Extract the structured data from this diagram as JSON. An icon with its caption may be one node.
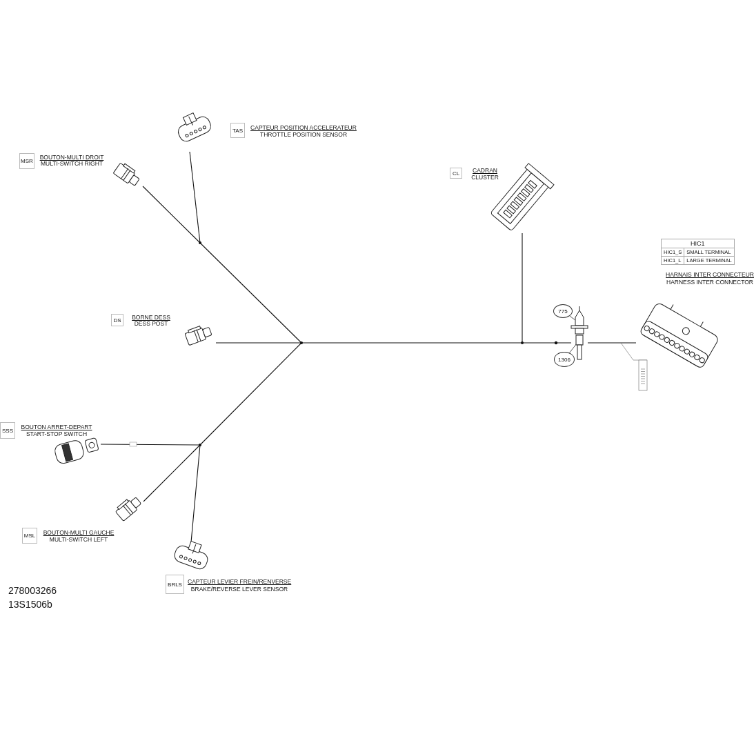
{
  "diagram": {
    "nodes": [
      {
        "text": [
          "TAS",
          "CAPTEUR POSITION ACCELERATEUR",
          "THROTTLE POSITION SENSOR"
        ]
      },
      {
        "text": [
          "MSR",
          "BOUTON-MULTI DROIT",
          "MULTI-SWITCH RIGHT"
        ]
      },
      {
        "text": [
          "CL",
          "CADRAN",
          "CLUSTER"
        ]
      },
      {
        "text": [],
        "shape": "junction"
      },
      {
        "text": [
          "HARNAIS INTER CONNECTEUR",
          "HARNESS INTER CONNECTOR"
        ]
      },
      {
        "text": [
          "775"
        ]
      },
      {
        "text": [
          "DS",
          "BORNE DESS",
          "DESS POST"
        ]
      },
      {
        "text": [],
        "shape": "junction"
      },
      {
        "text": [],
        "shape": "junction"
      },
      {
        "text": [],
        "shape": "picture"
      },
      {
        "text": [
          "1306"
        ]
      },
      {
        "text": [
          "SSS",
          "BOUTON ARRET-DEPART",
          "START-STOP SWITCH"
        ]
      },
      {
        "text": [],
        "shape": "junction"
      },
      {
        "text": [
          "MSL",
          "BOUTON-MULTI GAUCHE",
          "MULTI-SWITCH LEFT"
        ]
      },
      {
        "text": [
          "BRLS",
          "CAPTEUR LEVIER FREIN/RENVERSE",
          "BRAKE/REVERSE LEVER SENSOR"
        ]
      }
    ],
    "edges": [
      {
        "from": 1,
        "to": 3,
        "arrow": "none"
      },
      {
        "from": 0,
        "to": 3,
        "arrow": "none"
      },
      {
        "from": 3,
        "to": 7,
        "arrow": "none"
      },
      {
        "from": 6,
        "to": 7,
        "arrow": "none"
      },
      {
        "from": 7,
        "to": 12,
        "arrow": "none"
      },
      {
        "from": 11,
        "to": 12,
        "arrow": "none"
      },
      {
        "from": 13,
        "to": 12,
        "arrow": "none"
      },
      {
        "from": 14,
        "to": 12,
        "arrow": "none"
      },
      {
        "from": 7,
        "to": 8,
        "arrow": "none"
      },
      {
        "from": 2,
        "to": 8,
        "arrow": "none"
      },
      {
        "from": 8,
        "to": 9,
        "arrow": "none"
      },
      {
        "from": 9,
        "to": 4,
        "arrow": "none"
      },
      {
        "from": 5,
        "to": 9,
        "arrow": "none"
      },
      {
        "from": 10,
        "to": 9,
        "arrow": "none"
      }
    ],
    "labels": [
      "HIC1",
      "HIC1_S",
      "SMALL TERMINAL",
      "HIC1_L",
      "LARGE TERMINAL",
      "278003266",
      "13S1506b"
    ]
  }
}
